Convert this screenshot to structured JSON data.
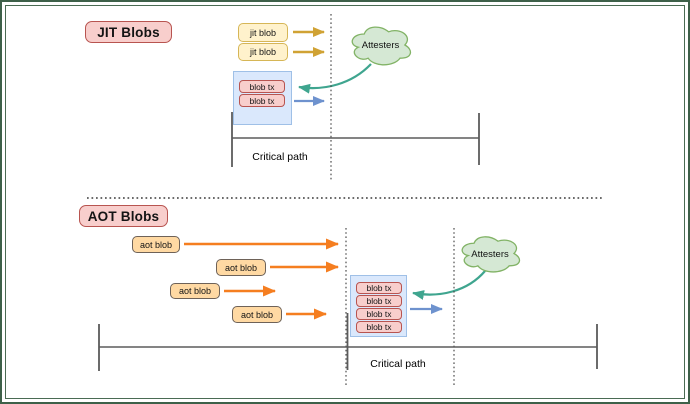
{
  "diagram": {
    "jit": {
      "title": "JIT Blobs",
      "blobs": [
        "jit blob",
        "jit blob"
      ],
      "txs": [
        "blob tx",
        "blob tx"
      ],
      "attesters": "Attesters",
      "critical_path": "Critical path"
    },
    "aot": {
      "title": "AOT Blobs",
      "blobs": [
        "aot blob",
        "aot blob",
        "aot blob",
        "aot blob"
      ],
      "txs": [
        "blob tx",
        "blob tx",
        "blob tx",
        "blob tx"
      ],
      "attesters": "Attesters",
      "critical_path": "Critical path"
    },
    "colors": {
      "frame_green": "#3e6049",
      "pink_fill": "#f8cecc",
      "pink_border": "#b85450",
      "yellow_fill": "#fff2cc",
      "yellow_border": "#d6b656",
      "orange_fill": "#ffd9a3",
      "orange_border": "#6e6258",
      "blue_fill": "#dae8fc",
      "blue_border": "#9fc0e7",
      "cloud_fill": "#d5e8d4",
      "cloud_border": "#82b366",
      "arrow_gold": "#d0a234",
      "arrow_orange": "#f57e20",
      "arrow_blue": "#6e92ce",
      "arrow_teal": "#3fa58f",
      "line_gray": "#5b5b5b"
    }
  }
}
